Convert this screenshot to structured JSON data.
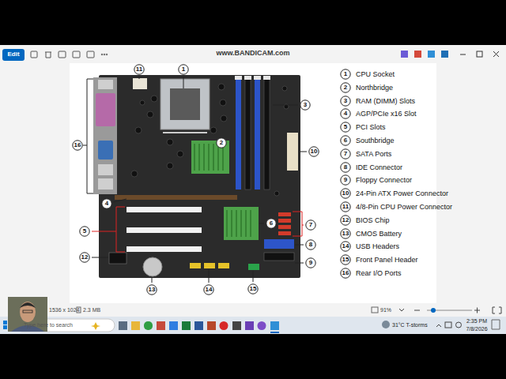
{
  "diagram": {
    "nodes": [
      {
        "text": [
          "11"
        ]
      },
      {
        "text": [
          "1"
        ]
      },
      {
        "text": [
          "3"
        ]
      },
      {
        "text": [
          "16"
        ]
      },
      {
        "text": [
          "2"
        ]
      },
      {
        "text": [
          "10"
        ]
      },
      {
        "text": [
          "4"
        ]
      },
      {
        "text": [
          "6"
        ]
      },
      {
        "text": [
          "7"
        ]
      },
      {
        "text": [
          "5"
        ]
      },
      {
        "text": [
          "8"
        ]
      },
      {
        "text": [
          "12"
        ]
      },
      {
        "text": [
          "9"
        ]
      },
      {
        "text": [
          "15"
        ]
      },
      {
        "text": [
          "13"
        ]
      },
      {
        "text": [
          "14"
        ]
      },
      {
        "text": [
          "1",
          "CPU Socket"
        ]
      },
      {
        "text": [
          "2",
          "Northbridge"
        ]
      },
      {
        "text": [
          "3",
          "RAM (DIMM) Slots"
        ]
      },
      {
        "text": [
          "4",
          "AGP/PCIe x16 Slot"
        ]
      },
      {
        "text": [
          "5",
          "PCI Slots"
        ]
      },
      {
        "text": [
          "6",
          "Southbridge"
        ]
      },
      {
        "text": [
          "7",
          "SATA Ports"
        ]
      },
      {
        "text": [
          "8",
          "IDE Connector"
        ]
      },
      {
        "text": [
          "9",
          "Floppy Connector"
        ]
      },
      {
        "text": [
          "10",
          "24-Pin ATX Power Connector"
        ]
      },
      {
        "text": [
          "11",
          "4/8-Pin CPU Power Connector"
        ]
      },
      {
        "text": [
          "12",
          "BIOS Chip"
        ]
      },
      {
        "text": [
          "13",
          "CMOS Battery"
        ]
      },
      {
        "text": [
          "14",
          "USB Headers"
        ]
      },
      {
        "text": [
          "15",
          "Front Panel Header"
        ]
      },
      {
        "text": [
          "16",
          "Rear I/O Ports"
        ]
      }
    ],
    "labels": [
      "Edit",
      "www.BANDICAM.com",
      "1536 x 1024",
      "2.3 MB",
      "91%",
      "Type here to search",
      "31°C T-storms",
      "2:35 PM",
      "7/8/2026"
    ]
  }
}
